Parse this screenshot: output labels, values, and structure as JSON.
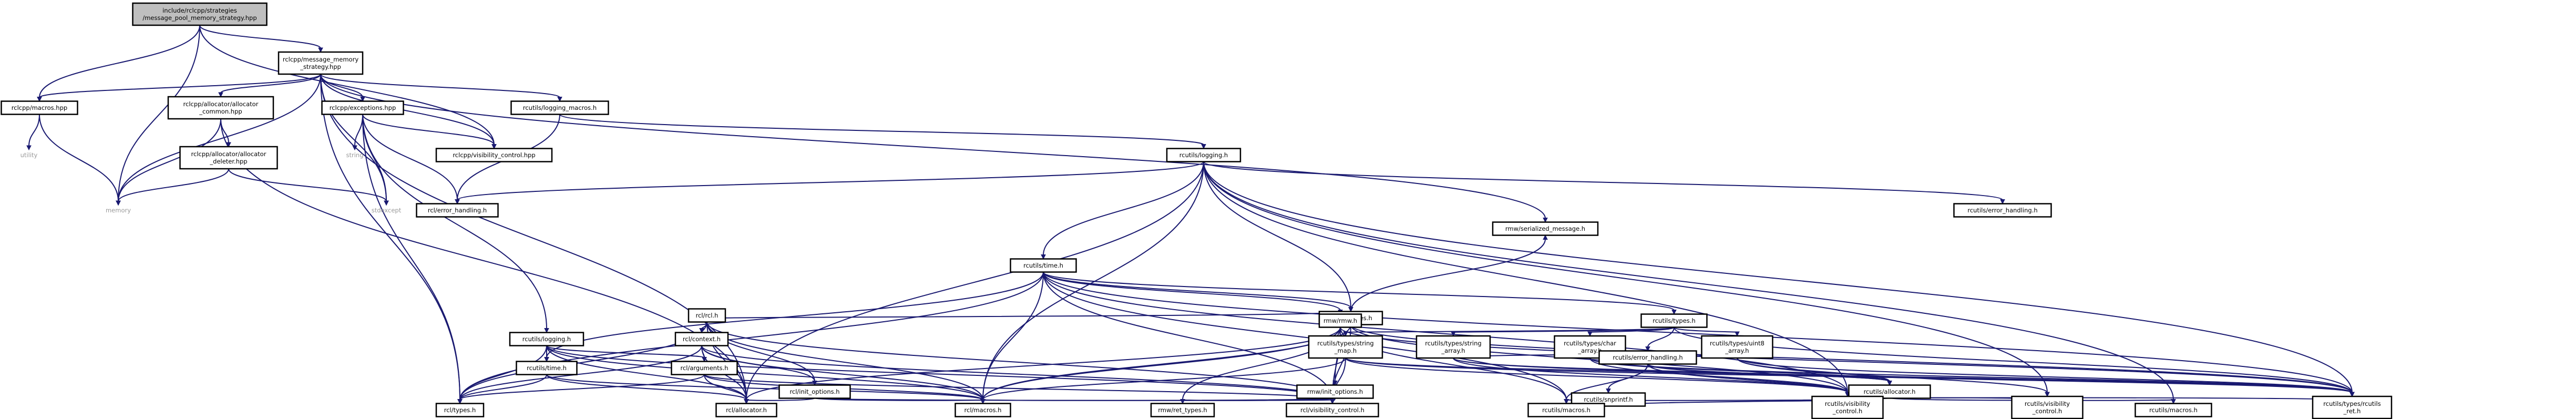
{
  "diagram": {
    "type": "include-dependency-graph",
    "nodes": [
      {
        "id": "root",
        "lines": [
          "include/rclcpp/strategies",
          "/message_pool_memory_strategy.hpp"
        ],
        "kind": "root"
      },
      {
        "id": "mps",
        "lines": [
          "rclcpp/message_memory",
          "_strategy.hpp"
        ],
        "kind": "file"
      },
      {
        "id": "macros_hpp",
        "lines": [
          "rclcpp/macros.hpp"
        ],
        "kind": "file"
      },
      {
        "id": "utility",
        "lines": [
          "utility"
        ],
        "kind": "system"
      },
      {
        "id": "memory",
        "lines": [
          "memory"
        ],
        "kind": "system"
      },
      {
        "id": "alloc_common",
        "lines": [
          "rclcpp/allocator/allocator",
          "_common.hpp"
        ],
        "kind": "file"
      },
      {
        "id": "alloc_deleter",
        "lines": [
          "rclcpp/allocator/allocator",
          "_deleter.hpp"
        ],
        "kind": "file"
      },
      {
        "id": "exceptions",
        "lines": [
          "rclcpp/exceptions.hpp"
        ],
        "kind": "file"
      },
      {
        "id": "string",
        "lines": [
          "string"
        ],
        "kind": "system"
      },
      {
        "id": "stdexcept",
        "lines": [
          "stdexcept"
        ],
        "kind": "system"
      },
      {
        "id": "visctl_hpp",
        "lines": [
          "rclcpp/visibility_control.hpp"
        ],
        "kind": "file"
      },
      {
        "id": "rcutils_logmacros",
        "lines": [
          "rcutils/logging_macros.h"
        ],
        "kind": "file"
      },
      {
        "id": "rcutils_logging",
        "lines": [
          "rcutils/logging.h"
        ],
        "kind": "file"
      },
      {
        "id": "rcl_err",
        "lines": [
          "rcl/error_handling.h"
        ],
        "kind": "file"
      },
      {
        "id": "rcutils_err_top",
        "lines": [
          "rcutils/error_handling.h"
        ],
        "kind": "file"
      },
      {
        "id": "rcutils_time",
        "lines": [
          "rcutils/time.h"
        ],
        "kind": "file"
      },
      {
        "id": "rcutils_types",
        "lines": [
          "rcutils/types.h"
        ],
        "kind": "file"
      },
      {
        "id": "rmw_serialized",
        "lines": [
          "rmw/serialized_message.h"
        ],
        "kind": "file"
      },
      {
        "id": "rmw_rmw",
        "lines": [
          "rmw/rmw.h"
        ],
        "kind": "file"
      },
      {
        "id": "rcutils_types2",
        "lines": [
          "rcutils/types.h"
        ],
        "kind": "file"
      },
      {
        "id": "rcl_rcl",
        "lines": [
          "rcl/rcl.h"
        ],
        "kind": "file"
      },
      {
        "id": "rcl_context",
        "lines": [
          "rcl/context.h"
        ],
        "kind": "file"
      },
      {
        "id": "rcl_logging",
        "lines": [
          "rcutils/logging.h"
        ],
        "kind": "file"
      },
      {
        "id": "str_map",
        "lines": [
          "rcutils/types/string",
          "_map.h"
        ],
        "kind": "file"
      },
      {
        "id": "str_array",
        "lines": [
          "rcutils/types/string",
          "_array.h"
        ],
        "kind": "file"
      },
      {
        "id": "char_array",
        "lines": [
          "rcutils/types/char",
          "_array.h"
        ],
        "kind": "file"
      },
      {
        "id": "uint8_array",
        "lines": [
          "rcutils/types/uint8",
          "_array.h"
        ],
        "kind": "file"
      },
      {
        "id": "rcutils_err2",
        "lines": [
          "rcutils/error_handling.h"
        ],
        "kind": "file"
      },
      {
        "id": "rcutils_time2",
        "lines": [
          "rcutils/time.h"
        ],
        "kind": "file"
      },
      {
        "id": "rcl_arguments",
        "lines": [
          "rcl/arguments.h"
        ],
        "kind": "file"
      },
      {
        "id": "rcl_init_options",
        "lines": [
          "rcl/init_options.h"
        ],
        "kind": "file"
      },
      {
        "id": "rmw_init_options",
        "lines": [
          "rmw/init_options.h"
        ],
        "kind": "file"
      },
      {
        "id": "rcutils_allocator",
        "lines": [
          "rcutils/allocator.h"
        ],
        "kind": "file"
      },
      {
        "id": "snprintf",
        "lines": [
          "rcutils/snprintf.h"
        ],
        "kind": "file"
      },
      {
        "id": "rcl_types",
        "lines": [
          "rcl/types.h"
        ],
        "kind": "file"
      },
      {
        "id": "rcl_allocator",
        "lines": [
          "rcl/allocator.h"
        ],
        "kind": "file"
      },
      {
        "id": "rcl_macros",
        "lines": [
          "rcl/macros.h"
        ],
        "kind": "file"
      },
      {
        "id": "rmw_ret_types",
        "lines": [
          "rmw/ret_types.h"
        ],
        "kind": "file"
      },
      {
        "id": "rcl_visctl",
        "lines": [
          "rcl/visibility_control.h"
        ],
        "kind": "file"
      },
      {
        "id": "rcutils_macros",
        "lines": [
          "rcutils/macros.h"
        ],
        "kind": "file"
      },
      {
        "id": "rcutils_vis1",
        "lines": [
          "rcutils/visibility",
          "_control.h"
        ],
        "kind": "file"
      },
      {
        "id": "rcutils_vis2",
        "lines": [
          "rcutils/visibility",
          "_control.h"
        ],
        "kind": "file"
      },
      {
        "id": "rcutils_macros2",
        "lines": [
          "rcutils/macros.h"
        ],
        "kind": "file"
      },
      {
        "id": "rcutils_types_ret",
        "lines": [
          "rcutils/types/rcutils",
          "_ret.h"
        ],
        "kind": "file"
      }
    ],
    "colors": {
      "edge": "#191970",
      "root_fill": "#bfbfbf",
      "node_fill": "#ffffff",
      "node_stroke": "#000000",
      "system_text": "#9a9a9a"
    }
  }
}
